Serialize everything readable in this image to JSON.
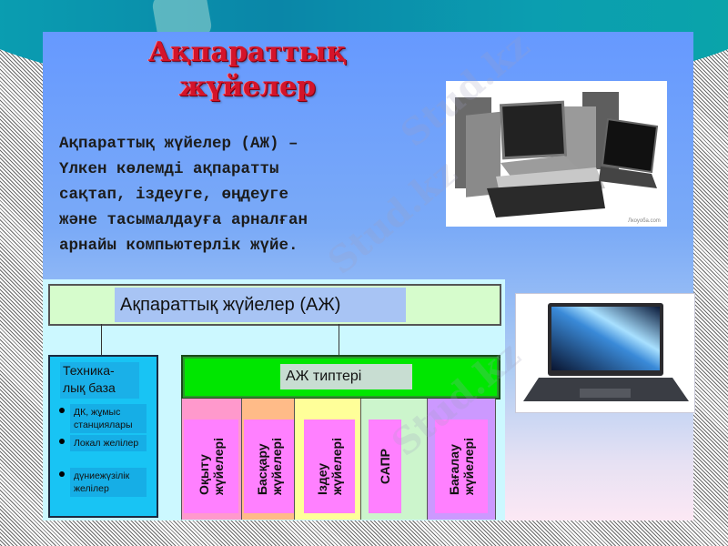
{
  "slide": {
    "title_line1": "Ақпараттық",
    "title_line2": "жүйелер",
    "description": [
      "Ақпараттық жүйелер (АЖ) –",
      "Үлкен көлемді ақпаратты",
      "сақтап, іздеуге, өңдеуге",
      "және тасымалдауға арналған",
      "арнайы компьютерлік жүйе."
    ],
    "images": {
      "photo1": "stack-of-laptops-photo",
      "photo1_caption": "Лкоуоба.com",
      "photo2": "laptop-photo"
    }
  },
  "diagram": {
    "root": "Ақпараттық жүйелер (АЖ)",
    "tech_base": {
      "label": "Техника-\nлық база",
      "items": [
        "ДК, жұмыс станциялары",
        "Локал желілер",
        "дүниежүзілік желілер"
      ]
    },
    "types": {
      "label": "АЖ типтері",
      "columns": [
        {
          "label": "Оқыту\nжүйелері",
          "color": "#ff99cc"
        },
        {
          "label": "Басқару\nжүйелері",
          "color": "#ffbb88"
        },
        {
          "label": "Іздеу\nжүйелері",
          "color": "#ffff99"
        },
        {
          "label": "САПР",
          "color": "#ccf5cc"
        },
        {
          "label": "Бағалау\nжүйелері",
          "color": "#cc99ff"
        }
      ]
    }
  },
  "watermark": "Stud.kz",
  "colors": {
    "title_red": "#d4142a",
    "slide_top": "#6699ff",
    "slide_bottom": "#fce8f4",
    "root_box": "#d6fccc",
    "tech_box": "#18c4f4",
    "types_box": "#00e600",
    "inner_label": "#ff80ff"
  }
}
